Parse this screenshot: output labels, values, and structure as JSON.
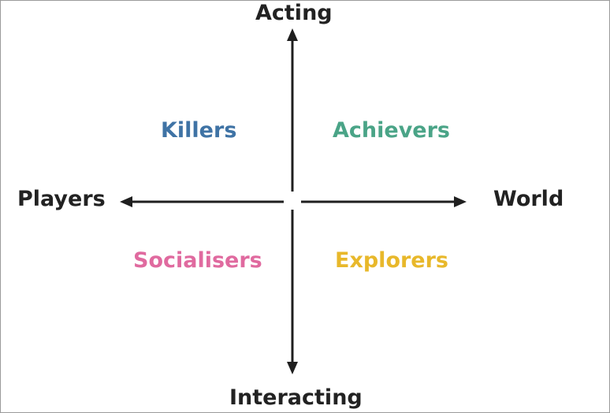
{
  "axes": {
    "top": "Acting",
    "bottom": "Interacting",
    "left": "Players",
    "right": "World"
  },
  "quadrants": {
    "top_left": {
      "label": "Killers",
      "color": "#3f73a5"
    },
    "top_right": {
      "label": "Achievers",
      "color": "#4aa487"
    },
    "bottom_left": {
      "label": "Socialisers",
      "color": "#e06a9f"
    },
    "bottom_right": {
      "label": "Explorers",
      "color": "#e8b82b"
    }
  }
}
